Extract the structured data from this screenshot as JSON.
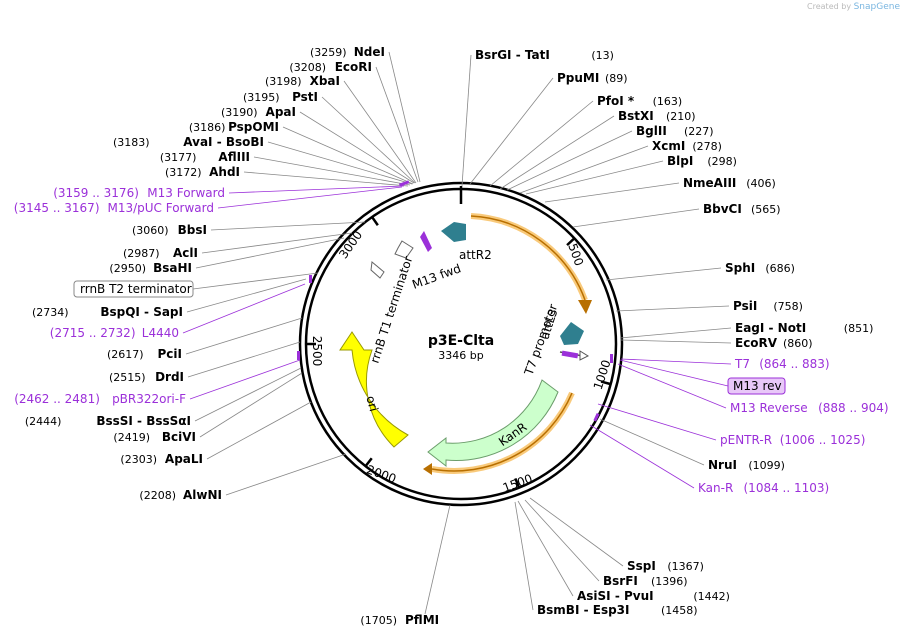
{
  "credit": {
    "prefix": "Created by",
    "brand": "SnapGene"
  },
  "plasmid": {
    "name": "p3E-Clta",
    "length_label": "3346 bp"
  },
  "colors": {
    "backbone": "#000000",
    "primer": "#9b30d9",
    "ori": "#ffff00",
    "kanR": "#ccffcc",
    "att": "#2f7f8f",
    "gene_arrow": "#f5a623",
    "label_line": "#888888"
  },
  "scale_ticks": [
    "500",
    "1000",
    "1500",
    "2000",
    "2500",
    "3000"
  ],
  "enzymes": [
    {
      "name": "NdeI",
      "pos": "(3259)"
    },
    {
      "name": "EcoRI",
      "pos": "(3208)"
    },
    {
      "name": "XbaI",
      "pos": "(3198)"
    },
    {
      "name": "PstI",
      "pos": "(3195)"
    },
    {
      "name": "ApaI",
      "pos": "(3190)"
    },
    {
      "name": "PspOMI",
      "pos": "(3186)"
    },
    {
      "name": "AvaI  -  BsoBI",
      "pos": "(3183)"
    },
    {
      "name": "AflIII",
      "pos": "(3177)"
    },
    {
      "name": "AhdI",
      "pos": "(3172)"
    },
    {
      "name": "BbsI",
      "pos": "(3060)"
    },
    {
      "name": "AclI",
      "pos": "(2987)"
    },
    {
      "name": "BsaHI",
      "pos": "(2950)"
    },
    {
      "name": "BspQI  -  SapI",
      "pos": "(2734)"
    },
    {
      "name": "PciI",
      "pos": "(2617)"
    },
    {
      "name": "DrdI",
      "pos": "(2515)"
    },
    {
      "name": "BssSI  -  BssSαI",
      "pos": "(2444)"
    },
    {
      "name": "BciVI",
      "pos": "(2419)"
    },
    {
      "name": "ApaLI",
      "pos": "(2303)"
    },
    {
      "name": "AlwNI",
      "pos": "(2208)"
    },
    {
      "name": "PflMI",
      "pos": "(1705)"
    },
    {
      "name": "BsrGI  -  TatI",
      "pos": "(13)"
    },
    {
      "name": "PpuMI",
      "pos": "(89)"
    },
    {
      "name": "PfoI *",
      "pos": "(163)"
    },
    {
      "name": "BstXI",
      "pos": "(210)"
    },
    {
      "name": "BglII",
      "pos": "(227)"
    },
    {
      "name": "XcmI",
      "pos": "(278)"
    },
    {
      "name": "BlpI",
      "pos": "(298)"
    },
    {
      "name": "NmeAIII",
      "pos": "(406)"
    },
    {
      "name": "BbvCI",
      "pos": "(565)"
    },
    {
      "name": "SphI",
      "pos": "(686)"
    },
    {
      "name": "PsiI",
      "pos": "(758)"
    },
    {
      "name": "EagI  -  NotI",
      "pos": "(851)"
    },
    {
      "name": "EcoRV",
      "pos": "(860)"
    },
    {
      "name": "NruI",
      "pos": "(1099)"
    },
    {
      "name": "SspI",
      "pos": "(1367)"
    },
    {
      "name": "BsrFI",
      "pos": "(1396)"
    },
    {
      "name": "AsiSI  -  PvuI",
      "pos": "(1442)"
    },
    {
      "name": "BsmBI  -  Esp3I",
      "pos": "(1458)"
    }
  ],
  "primers": [
    {
      "name": "M13 Forward",
      "range": "(3159 .. 3176)"
    },
    {
      "name": "M13/pUC Forward",
      "range": "(3145 .. 3167)"
    },
    {
      "name": "L4440",
      "range": "(2715 .. 2732)"
    },
    {
      "name": "pBR322ori-F",
      "range": "(2462 .. 2481)"
    },
    {
      "name": "T7",
      "range": "(864 .. 883)"
    },
    {
      "name": "M13 rev",
      "range": ""
    },
    {
      "name": "M13 Reverse",
      "range": "(888 .. 904)"
    },
    {
      "name": "pENTR-R",
      "range": "(1006 .. 1025)"
    },
    {
      "name": "Kan-R",
      "range": "(1084 .. 1103)"
    }
  ],
  "features": {
    "rrnB_T2": "rrnB T2 terminator",
    "rrnB_T1": "rrnB T1 terminator",
    "m13fwd": "M13 fwd",
    "attR2": "attR2",
    "attL3": "attL3",
    "t7promoter": "T7 promoter",
    "kanR": "KanR",
    "ori": "ori"
  }
}
